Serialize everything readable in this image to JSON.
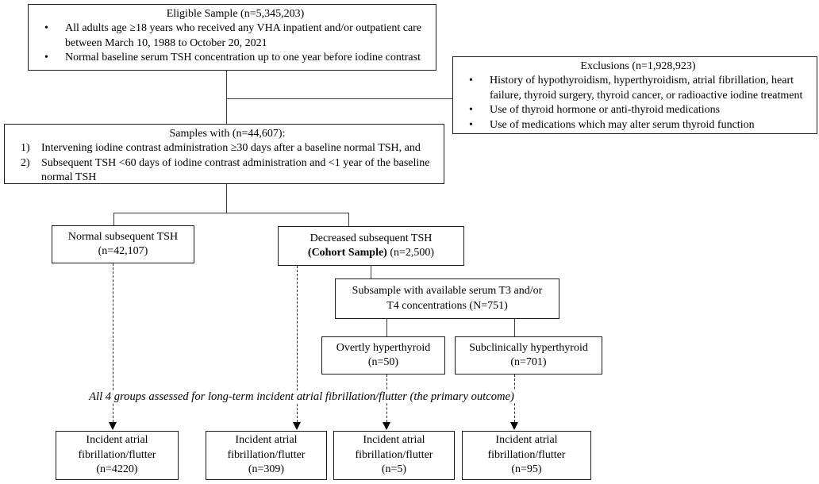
{
  "boxes": {
    "eligible": {
      "title": "Eligible Sample (n=5,345,203)",
      "items": [
        {
          "marker": "•",
          "text": "All adults age ≥18 years who received any VHA inpatient and/or outpatient care between March 10, 1988 to October 20, 2021"
        },
        {
          "marker": "•",
          "text": "Normal baseline serum TSH concentration up to one year before iodine contrast"
        }
      ]
    },
    "exclusions": {
      "title": "Exclusions (n=1,928,923)",
      "items": [
        {
          "marker": "•",
          "text": "History of hypothyroidism, hyperthyroidism, atrial fibrillation, heart failure, thyroid surgery, thyroid cancer, or radioactive iodine treatment"
        },
        {
          "marker": "•",
          "text": "Use of thyroid hormone or anti-thyroid medications"
        },
        {
          "marker": "•",
          "text": "Use of medications which may alter serum thyroid function"
        }
      ]
    },
    "samples": {
      "title": "Samples with (n=44,607):",
      "items": [
        {
          "marker": "1)",
          "text": "Intervening iodine contrast administration ≥30 days after a baseline normal TSH, and"
        },
        {
          "marker": "2)",
          "text": "Subsequent TSH <60 days of iodine contrast administration and <1 year of the baseline normal TSH"
        }
      ]
    },
    "normal_tsh": {
      "line1": "Normal subsequent TSH",
      "line2": "(n=42,107)"
    },
    "decreased_tsh": {
      "line1": "Decreased subsequent TSH",
      "bold": "(Cohort Sample)",
      "rest": "(n=2,500)"
    },
    "subsample": {
      "line1": "Subsample with available serum T3 and/or",
      "line2": "T4 concentrations (N=751)"
    },
    "overt": {
      "line1": "Overtly hyperthyroid",
      "line2": "(n=50)"
    },
    "subclinical": {
      "line1": "Subclinically hyperthyroid",
      "line2": "(n=701)"
    },
    "incident": [
      {
        "line1": "Incident atrial",
        "line2": "fibrillation/flutter",
        "line3": "(n=4220)"
      },
      {
        "line1": "Incident atrial",
        "line2": "fibrillation/flutter",
        "line3": "(n=309)"
      },
      {
        "line1": "Incident atrial",
        "line2": "fibrillation/flutter",
        "line3": "(n=5)"
      },
      {
        "line1": "Incident atrial",
        "line2": "fibrillation/flutter",
        "line3": "(n=95)"
      }
    ]
  },
  "note": "All 4 groups assessed for long-term incident atrial fibrillation/flutter (the primary outcome)",
  "colors": {
    "line": "#2a2a2a",
    "text": "#000000",
    "background": "#ffffff"
  }
}
